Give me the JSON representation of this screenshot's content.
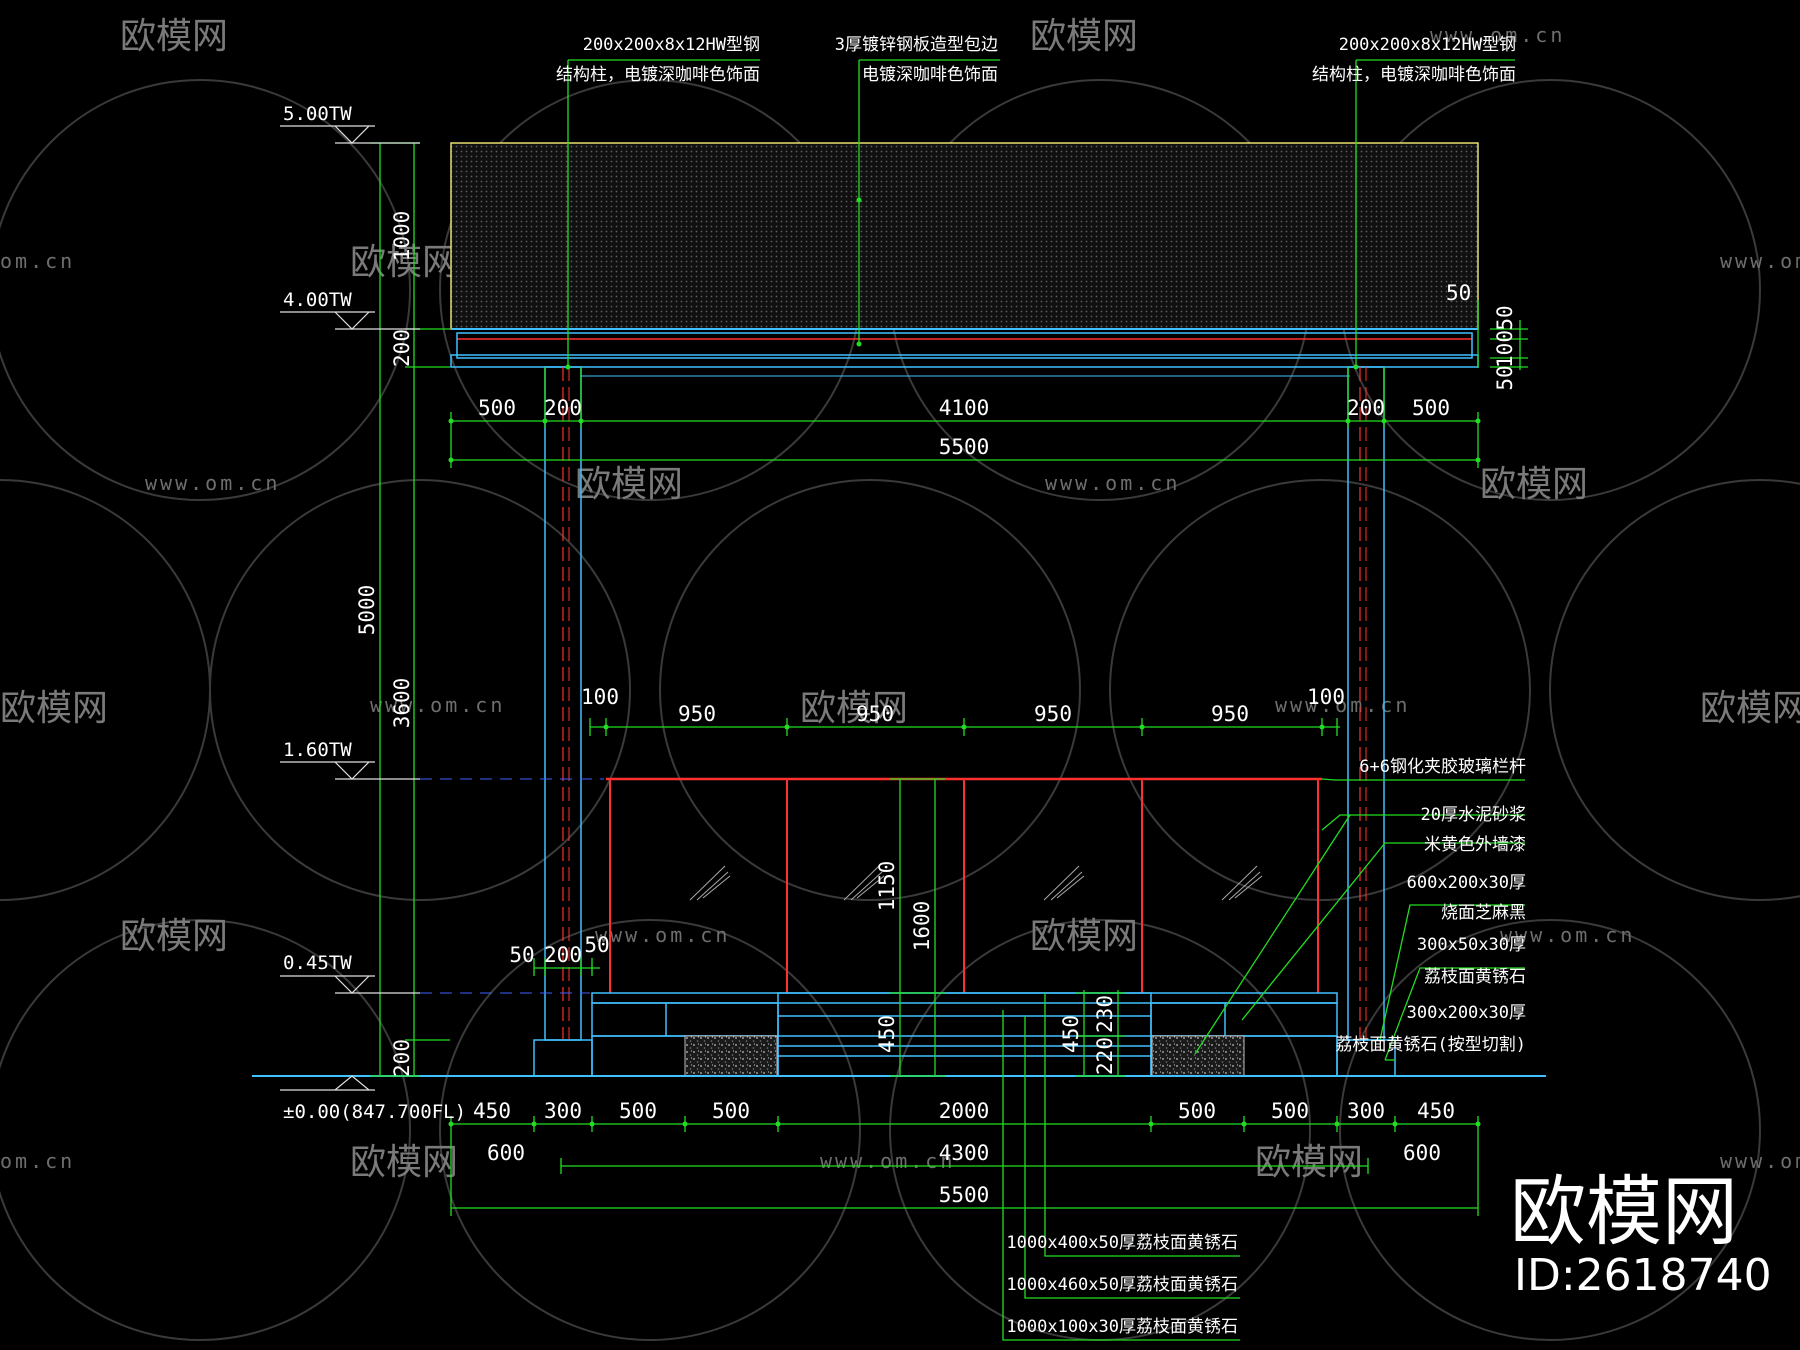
{
  "watermark": {
    "brand": "欧模网",
    "url": "www.om.cn",
    "url_fragment": "om.cn",
    "brand_fragment": "欧模网",
    "id_label": "ID:2618740"
  },
  "levels": {
    "top": "5.00TW",
    "canopy_bottom": "4.00TW",
    "rail_top": "1.60TW",
    "plinth_top": "0.45TW",
    "ground": "±0.00(847.700FL)"
  },
  "notes": {
    "hw_steel_1": "200x200x8x12HW型钢",
    "hw_steel_2": "结构柱，电镀深咖啡色饰面",
    "galv_plate_1": "3厚镀锌钢板造型包边",
    "galv_plate_2": "电镀深咖啡色饰面",
    "glass_rail": "6+6钢化夹胶玻璃栏杆",
    "mortar_1": "20厚水泥砂浆",
    "mortar_2": "米黄色外墙漆",
    "granite1_1": "600x200x30厚",
    "granite1_2": "烧面芝麻黑",
    "granite2_1": "300x50x30厚",
    "granite2_2": "荔枝面黄锈石",
    "granite3_1": "300x200x30厚",
    "granite3_2": "荔枝面黄锈石(按型切割)",
    "step1": "1000x400x50厚荔枝面黄锈石",
    "step2": "1000x460x50厚荔枝面黄锈石",
    "step3": "1000x100x30厚荔枝面黄锈石"
  },
  "dims": {
    "h1000": "1000",
    "h200": "200",
    "h5000": "5000",
    "h3600": "3600",
    "h200b": "200",
    "top_500": "500",
    "top_200": "200",
    "top_4100": "4100",
    "top_5500": "5500",
    "r50a": "50",
    "r50b": "50",
    "r100": "100",
    "r50c": "50",
    "g100a": "100",
    "g950a": "950",
    "g950b": "950",
    "g950c": "950",
    "g950d": "950",
    "g100b": "100",
    "g1150": "1150",
    "g1600": "1600",
    "g450": "450",
    "s450": "450",
    "s230": "230",
    "s220": "220",
    "c50": "50",
    "c200": "200",
    "c50b": "50",
    "b450": "450",
    "b300": "300",
    "b500": "500",
    "b2000": "2000",
    "b600": "600",
    "b4300": "4300",
    "b5500": "5500"
  }
}
